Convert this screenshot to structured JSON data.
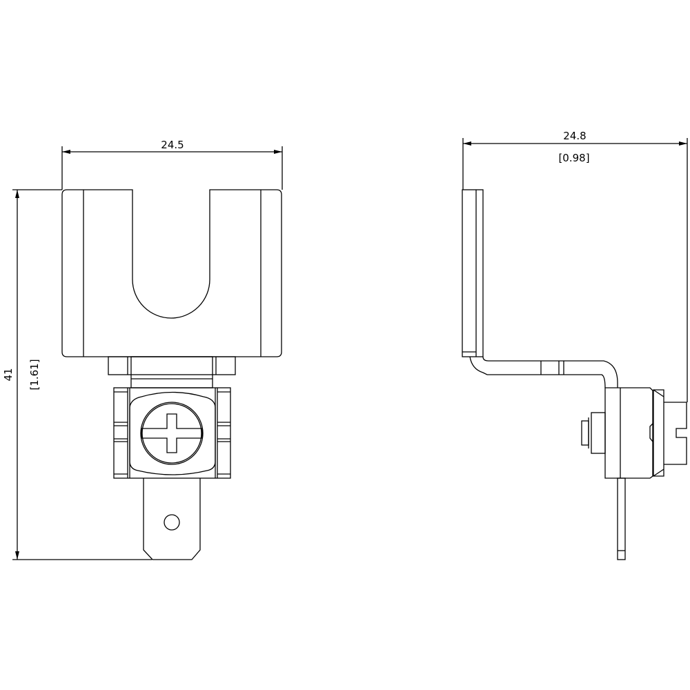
{
  "front_view": {
    "width_dimension": "24.5",
    "height_dimension": "41",
    "height_dimension_inch": "[1.61]"
  },
  "side_view": {
    "width_dimension": "24.8",
    "width_dimension_inch": "[0.98]"
  },
  "colors": {
    "line": "#000000",
    "background": "#ffffff"
  }
}
